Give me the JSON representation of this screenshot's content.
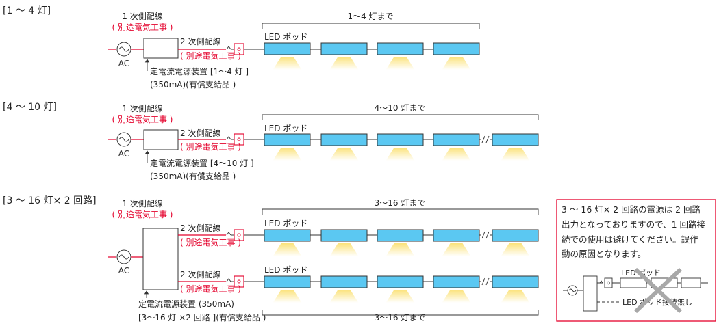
{
  "colors": {
    "red": "#e4002b",
    "led_fill": "#5bc8f2",
    "light_top": "#fbe27a",
    "light_bottom": "#ffffff",
    "line": "#333333",
    "gray_x": "#a8a8a8"
  },
  "icons": [
    "ac-source-icon",
    "fuse-icon",
    "wire-break-icon",
    "cross-icon"
  ],
  "sections": [
    {
      "heading": "[1 ～ 4 灯]",
      "primary_wiring": "1 次側配線",
      "primary_note": "( 別途電気工事 )",
      "ac": "AC",
      "secondary_wiring": "2 次側配線",
      "secondary_note": "( 別途電気工事 )",
      "led_label": "LED ポッド",
      "span_label": "1～4 灯まで",
      "supply_line1": "定電流電源装置 [1～4 灯 ]",
      "supply_line2": "(350mA)(有償支給品 )"
    },
    {
      "heading": "[4 ～ 10 灯]",
      "primary_wiring": "1 次側配線",
      "primary_note": "( 別途電気工事 )",
      "ac": "AC",
      "secondary_wiring": "2 次側配線",
      "secondary_note": "( 別途電気工事 )",
      "led_label": "LED ポッド",
      "span_label": "4～10 灯まで",
      "supply_line1": "定電流電源装置 [4～10 灯 ]",
      "supply_line2": "(350mA)(有償支給品 )"
    },
    {
      "heading": "[3 ～ 16 灯× 2 回路]",
      "primary_wiring": "1 次側配線",
      "primary_note": "( 別途電気工事 )",
      "ac": "AC",
      "secondary_wiring": "2 次側配線",
      "secondary_note": "( 別途電気工事 )",
      "secondary_wiring_b": "2 次側配線",
      "secondary_note_b": "( 別途電気工事 )",
      "led_label": "LED ポッド",
      "led_label_b": "LED ポッド",
      "span_label": "3～16 灯まで",
      "span_label_b": "3～16 灯まで",
      "supply_line1": "定電流電源装置 (350mA)",
      "supply_line2": "[3～16 灯 ×2 回路 ](有償支給品 )"
    }
  ],
  "note": {
    "lines": [
      "3 ～ 16 灯× 2 回路の電源は 2 回路",
      "出力となっておりますので、1 回路接",
      "続での使用は避けてください。誤作",
      "動の原因となります。"
    ],
    "mini_led_label": "LED ポッド",
    "mini_unconnected": "LED ポッド接続無し"
  }
}
